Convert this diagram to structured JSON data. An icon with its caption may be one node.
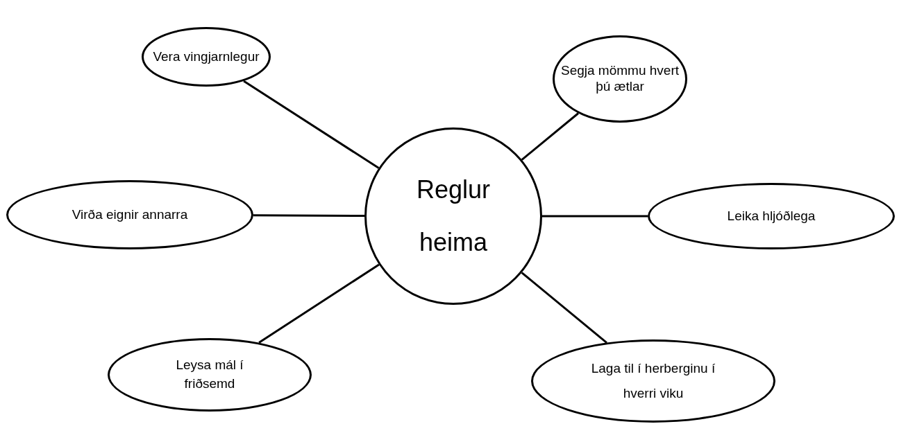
{
  "diagram": {
    "nodes": [
      {
        "text": [
          "Vera vingjarnlegur"
        ]
      },
      {
        "text": [
          "Segja mömmu hvert þú ætlar"
        ]
      },
      {
        "text": [
          "Reglur heima"
        ]
      },
      {
        "text": [
          "Virða eignir annarra"
        ]
      },
      {
        "text": [
          "Leika hljóðlega"
        ]
      },
      {
        "text": [
          "Leysa mál í friðsemd"
        ]
      },
      {
        "text": [
          "Laga til í herberginu í hverri viku"
        ]
      }
    ],
    "edges": [
      {
        "from": 2,
        "to": 0,
        "arrow": "none"
      },
      {
        "from": 2,
        "to": 1,
        "arrow": "none"
      },
      {
        "from": 2,
        "to": 3,
        "arrow": "none"
      },
      {
        "from": 2,
        "to": 4,
        "arrow": "none"
      },
      {
        "from": 2,
        "to": 5,
        "arrow": "none"
      },
      {
        "from": 2,
        "to": 6,
        "arrow": "none"
      }
    ]
  }
}
